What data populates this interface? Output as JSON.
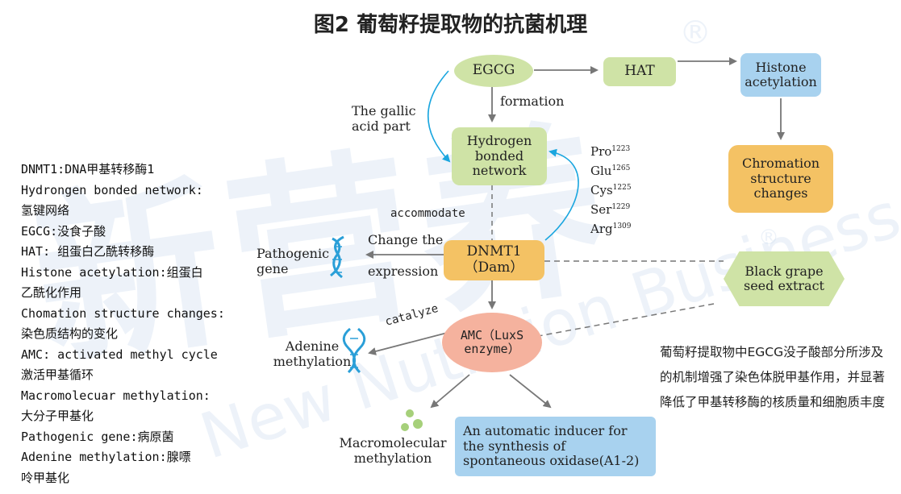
{
  "title": "图2 葡萄籽提取物的抗菌机理",
  "nodes": {
    "egcg": "EGCG",
    "hat": "HAT",
    "histone": "Histone acetylation",
    "hbond": "Hydrogen bonded network",
    "chromation": "Chromation structure changes",
    "dnmt1_a": "DNMT1",
    "dnmt1_b": "（Dam）",
    "black_grape": "Black grape seed extract",
    "amc_a": "AMC（LuxS",
    "amc_b": "enzyme）",
    "inducer": "An automatic inducer for the synthesis of spontaneous oxidase(A1-2)"
  },
  "labels": {
    "formation": "formation",
    "gallic": "The gallic acid part",
    "accommodate": "accommodate",
    "change": "Change the",
    "expression": "expression",
    "pathogenic": "Pathogenic gene",
    "catalyze": "catalyze",
    "adenine": "Adenine methylation",
    "macromolecular": "Macromolecular methylation"
  },
  "residues": [
    {
      "name": "Pro",
      "num": "1223"
    },
    {
      "name": "Glu",
      "num": "1265"
    },
    {
      "name": "Cys",
      "num": "1225"
    },
    {
      "name": "Ser",
      "num": "1229"
    },
    {
      "name": "Arg",
      "num": "1309"
    }
  ],
  "legend": [
    "DNMT1:DNA甲基转移酶1",
    "Hydrongen bonded network:",
    "氢键网络",
    "EGCG:没食子酸",
    "HAT: 组蛋白乙酰转移酶",
    "Histone acetylation:组蛋白",
    "乙酰化作用",
    "Chomation structure changes:",
    "染色质结构的变化",
    "AMC: activated methyl cycle",
    "激活甲基循环",
    "Macromolecuar methylation:",
    "大分子甲基化",
    "Pathogenic gene:病原菌",
    "Adenine methylation:腺嘌",
    "呤甲基化"
  ],
  "note": "葡萄籽提取物中EGCG没子酸部分所涉及的机制增强了染色体脱甲基作用，并显著降低了甲基转移酶的核质量和细胞质丰度",
  "watermark": {
    "cn": "新营养",
    "en": "New Nutrition Business",
    "mark": "®"
  },
  "colors": {
    "green": "#cfe3a6",
    "blue": "#a8d2ef",
    "orange": "#f4c264",
    "pink": "#f5b29e",
    "arrow_gray": "#777777",
    "arrow_cyan": "#1aa6df",
    "dna_blue": "#2a9fd8"
  }
}
